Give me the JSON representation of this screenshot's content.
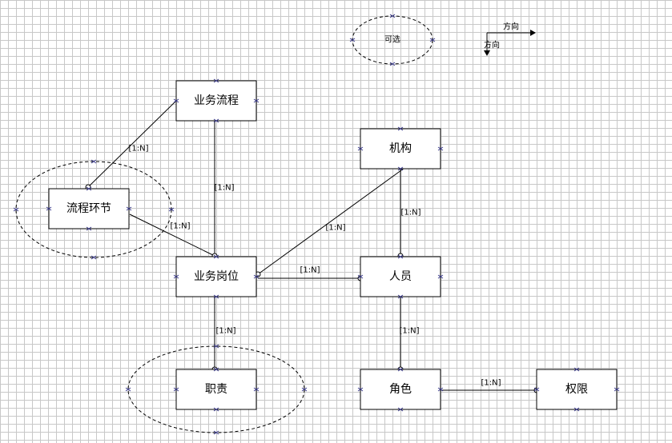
{
  "legend": {
    "optional_label": "可选",
    "direction_label_h": "方向",
    "direction_label_v": "方向"
  },
  "nodes": {
    "process": "业务流程",
    "step": "流程环节",
    "org": "机构",
    "post": "业务岗位",
    "person": "人员",
    "duty": "职责",
    "role": "角色",
    "perm": "权限"
  },
  "relations": {
    "process_step": "[1:N]",
    "process_post": "[1:N]",
    "step_post": "[1:N]",
    "org_post": "[1:N]",
    "org_person": "[1:N]",
    "post_person": "[1:N]",
    "post_duty": "[1:N]",
    "person_role": "[1:N]",
    "role_perm": "[1:N]"
  }
}
